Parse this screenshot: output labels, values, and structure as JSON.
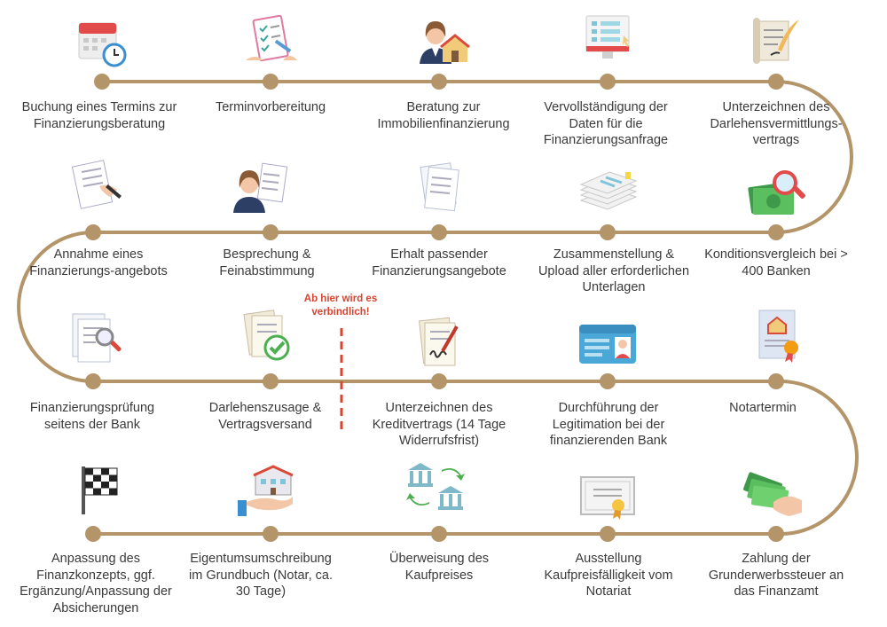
{
  "colors": {
    "path": "#b49569",
    "text": "#3a3a3a",
    "accent_red": "#d9432f"
  },
  "binding_note": "Ab hier wird es verbindlich!",
  "steps": [
    {
      "label": "Buchung eines Termins zur Finanzierungsberatung",
      "icon": "calendar-clock-icon"
    },
    {
      "label": "Terminvorbereitung",
      "icon": "checklist-clipboard-icon"
    },
    {
      "label": "Beratung zur Immobilienfinanzierung",
      "icon": "advisor-house-icon"
    },
    {
      "label": "Vervollständigung der Daten für die Finanzierungsanfrage",
      "icon": "monitor-form-icon"
    },
    {
      "label": "Unterzeichnen des Darlehensvermittlungs-vertrags",
      "icon": "scroll-quill-icon"
    },
    {
      "label": "Konditionsvergleich bei > 400 Banken",
      "icon": "money-magnifier-icon"
    },
    {
      "label": "Zusammenstellung & Upload aller erforderlichen Unterlagen",
      "icon": "document-stack-icon"
    },
    {
      "label": "Erhalt passender Finanzierungsangebote",
      "icon": "documents-icon"
    },
    {
      "label": "Besprechung & Feinabstimmung",
      "icon": "advisor-documents-icon"
    },
    {
      "label": "Annahme eines Finanzierungs-angebots",
      "icon": "signing-document-icon"
    },
    {
      "label": "Finanzierungsprüfung seitens der Bank",
      "icon": "document-magnifier-icon"
    },
    {
      "label": "Darlehenszusage & Vertragsversand",
      "icon": "document-check-icon"
    },
    {
      "label": "Unterzeichnen des Kreditvertrags (14 Tage Widerrufsfrist)",
      "icon": "contract-pen-icon"
    },
    {
      "label": "Durchführung der Legitimation bei der finanzierenden Bank",
      "icon": "id-card-icon"
    },
    {
      "label": "Notartermin",
      "icon": "certificate-house-icon"
    },
    {
      "label": "Zahlung der Grunderwerbssteuer an das Finanzamt",
      "icon": "hand-money-icon"
    },
    {
      "label": "Ausstellung Kaufpreisfälligkeit vom Notariat",
      "icon": "certificate-seal-icon"
    },
    {
      "label": "Überweisung des Kaufpreises",
      "icon": "bank-transfer-icon"
    },
    {
      "label": "Eigentumsumschreibung im Grundbuch (Notar, ca. 30 Tage)",
      "icon": "hand-house-icon"
    },
    {
      "label": "Anpassung des Finanzkonzepts, ggf. Ergänzung/Anpassung der Absicherungen",
      "icon": "checkered-flag-icon"
    }
  ]
}
